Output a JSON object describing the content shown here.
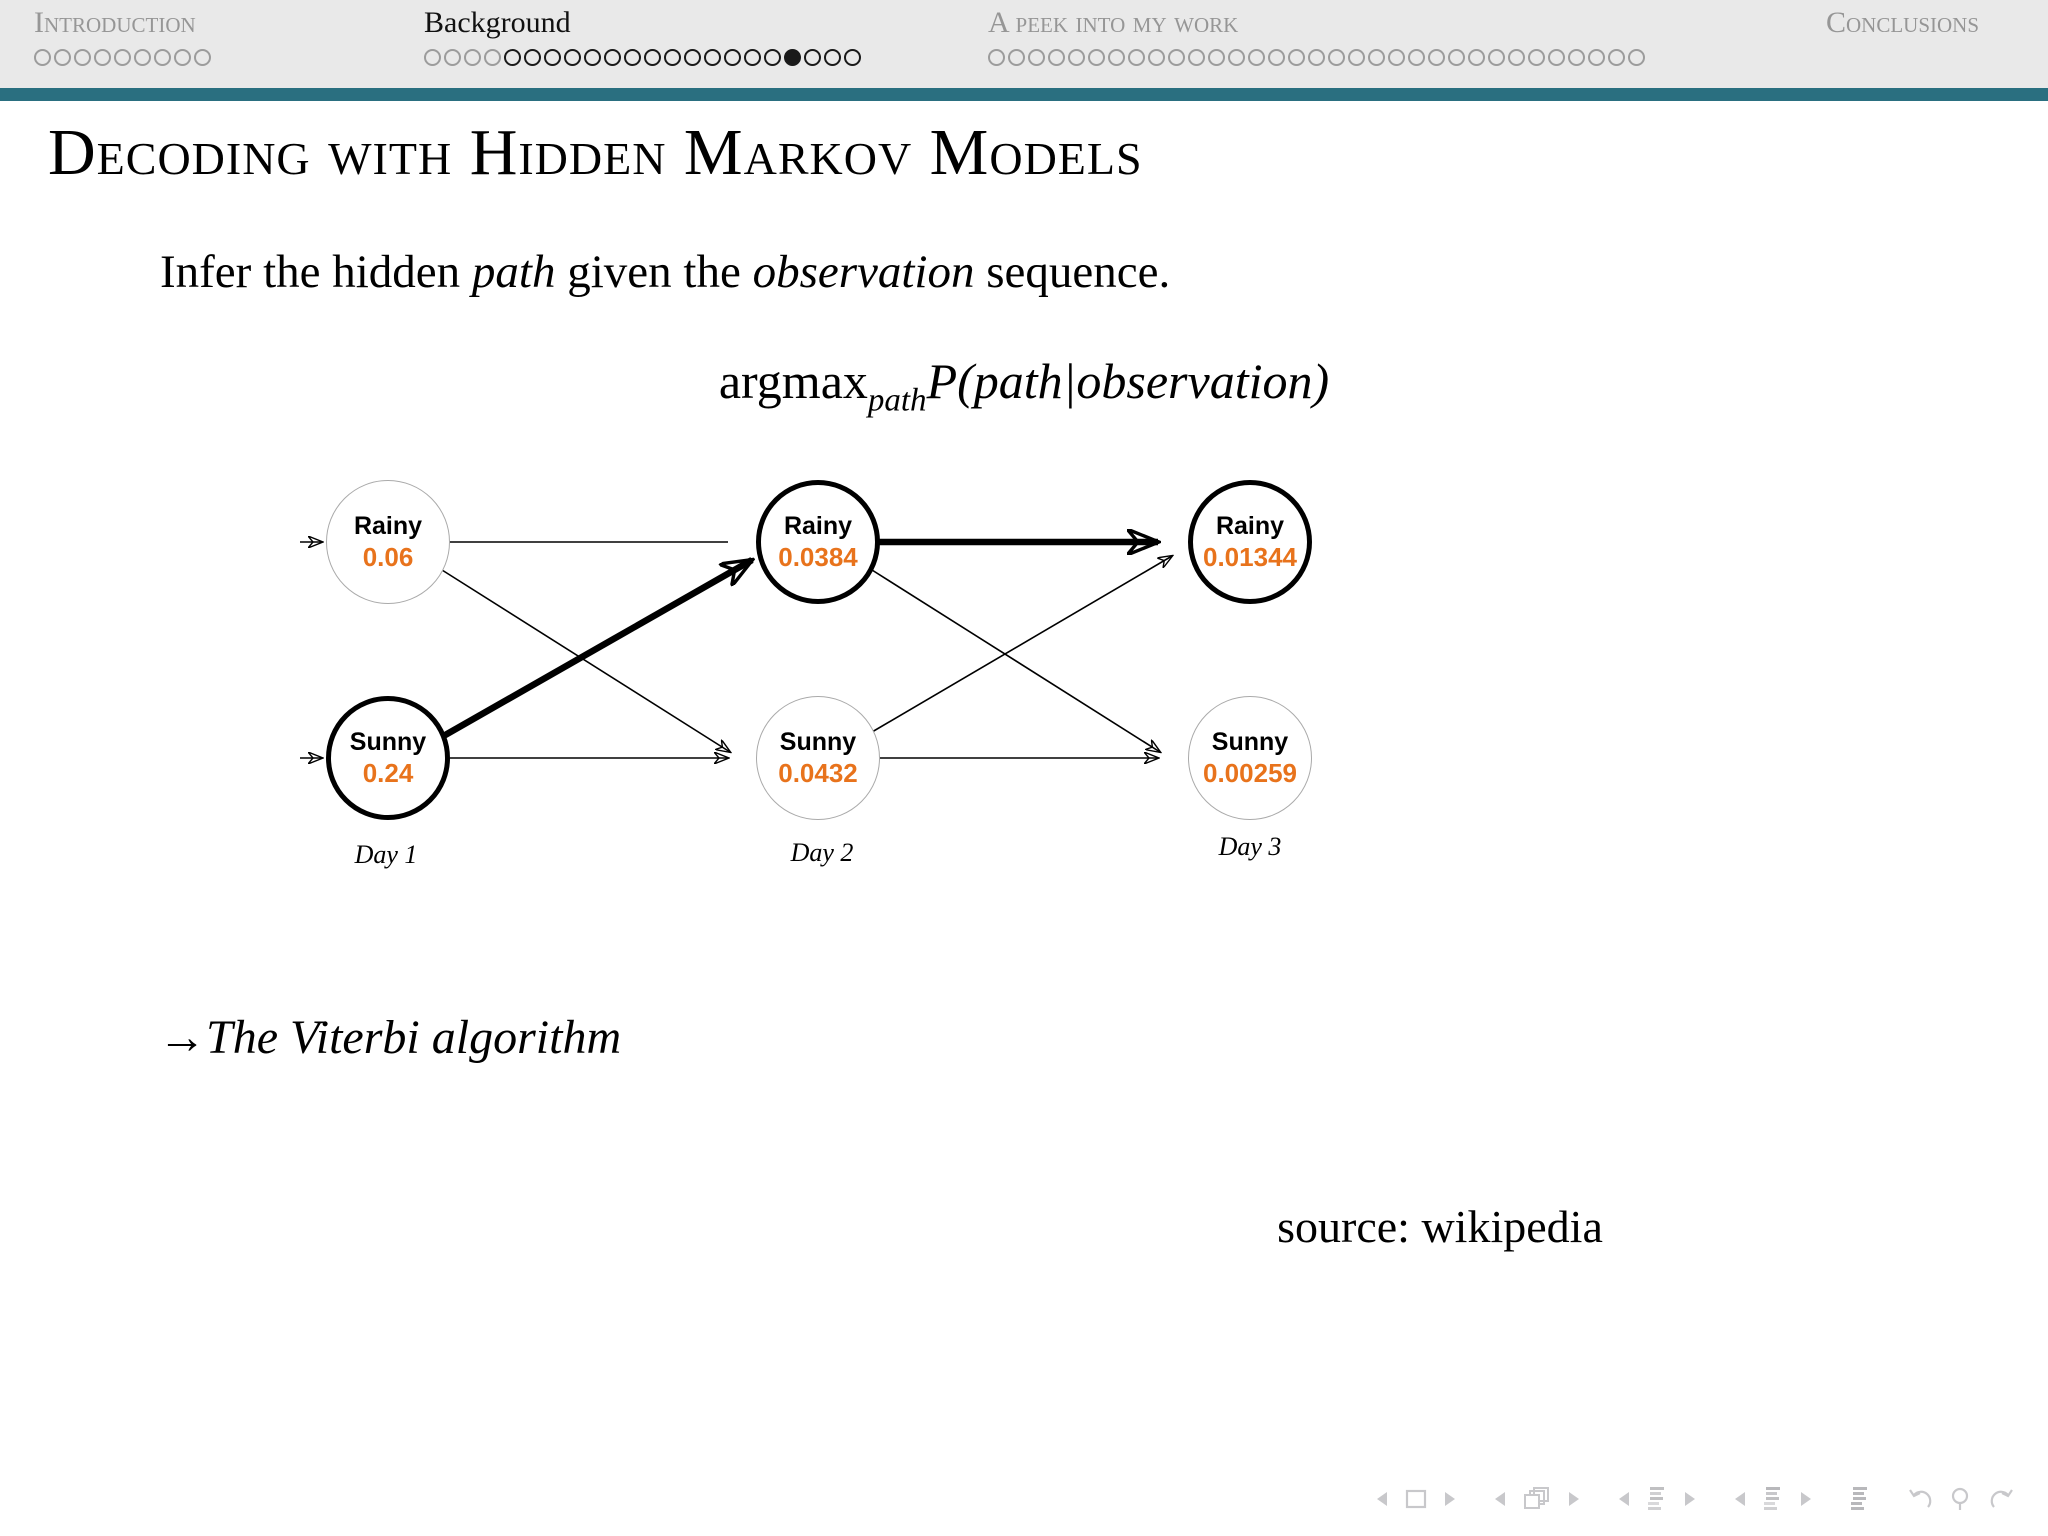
{
  "theme": {
    "header_bg": "#e9e9e9",
    "accent_rule": "#2a6f80",
    "dim_text": "#969696",
    "active_text": "#111111",
    "prob_orange": "#e8731c",
    "slide_bg": "#ffffff"
  },
  "header": {
    "sections": [
      {
        "label": "Introduction",
        "state": "inactive",
        "dots": 9,
        "current_index": -1
      },
      {
        "label": "Background",
        "state": "active",
        "dots": 22,
        "current_index": 18
      },
      {
        "label": "A peek into my work",
        "state": "inactive",
        "dots": 33,
        "current_index": -1
      },
      {
        "label": "Conclusions",
        "state": "inactive",
        "dots": 0,
        "current_index": -1
      }
    ]
  },
  "slide": {
    "title": "Decoding with Hidden Markov Models",
    "lead": {
      "part1": "Infer the hidden ",
      "em1": "path",
      "part2": " given the ",
      "em2": "observation",
      "part3": " sequence."
    },
    "formula": {
      "op": "argmax",
      "subscript": "path",
      "body": "P(path|observation)"
    },
    "source_note": "source: wikipedia",
    "conclusion": "→The Viterbi algorithm"
  },
  "chart_data": {
    "type": "diagram",
    "title": "Viterbi trellis",
    "columns": [
      "Day 1",
      "Day 2",
      "Day 3"
    ],
    "states": [
      "Rainy",
      "Sunny"
    ],
    "nodes": [
      {
        "day": "Day 1",
        "state": "Rainy",
        "prob": "0.06",
        "highlight": false
      },
      {
        "day": "Day 1",
        "state": "Sunny",
        "prob": "0.24",
        "highlight": true
      },
      {
        "day": "Day 2",
        "state": "Rainy",
        "prob": "0.0384",
        "highlight": true
      },
      {
        "day": "Day 2",
        "state": "Sunny",
        "prob": "0.0432",
        "highlight": false
      },
      {
        "day": "Day 3",
        "state": "Rainy",
        "prob": "0.01344",
        "highlight": true
      },
      {
        "day": "Day 3",
        "state": "Sunny",
        "prob": "0.00259",
        "highlight": false
      }
    ],
    "best_path": [
      "Sunny",
      "Rainy",
      "Rainy"
    ],
    "node_color": "#e8731c"
  },
  "beamer_nav": {
    "groups": [
      {
        "name": "slide-nav",
        "icons": [
          "prev-triangle",
          "slide-square",
          "next-triangle"
        ]
      },
      {
        "name": "frame-nav",
        "icons": [
          "prev-triangle",
          "frames-stack",
          "next-triangle"
        ]
      },
      {
        "name": "subsection-nav",
        "icons": [
          "prev-triangle",
          "subsection-lines",
          "next-triangle"
        ]
      },
      {
        "name": "section-nav",
        "icons": [
          "prev-triangle",
          "section-lines",
          "next-triangle"
        ]
      },
      {
        "name": "doc-nav",
        "icons": [
          "document-lines"
        ]
      },
      {
        "name": "history-nav",
        "icons": [
          "back-arrow",
          "search-glass",
          "forward-arrow"
        ]
      }
    ]
  }
}
